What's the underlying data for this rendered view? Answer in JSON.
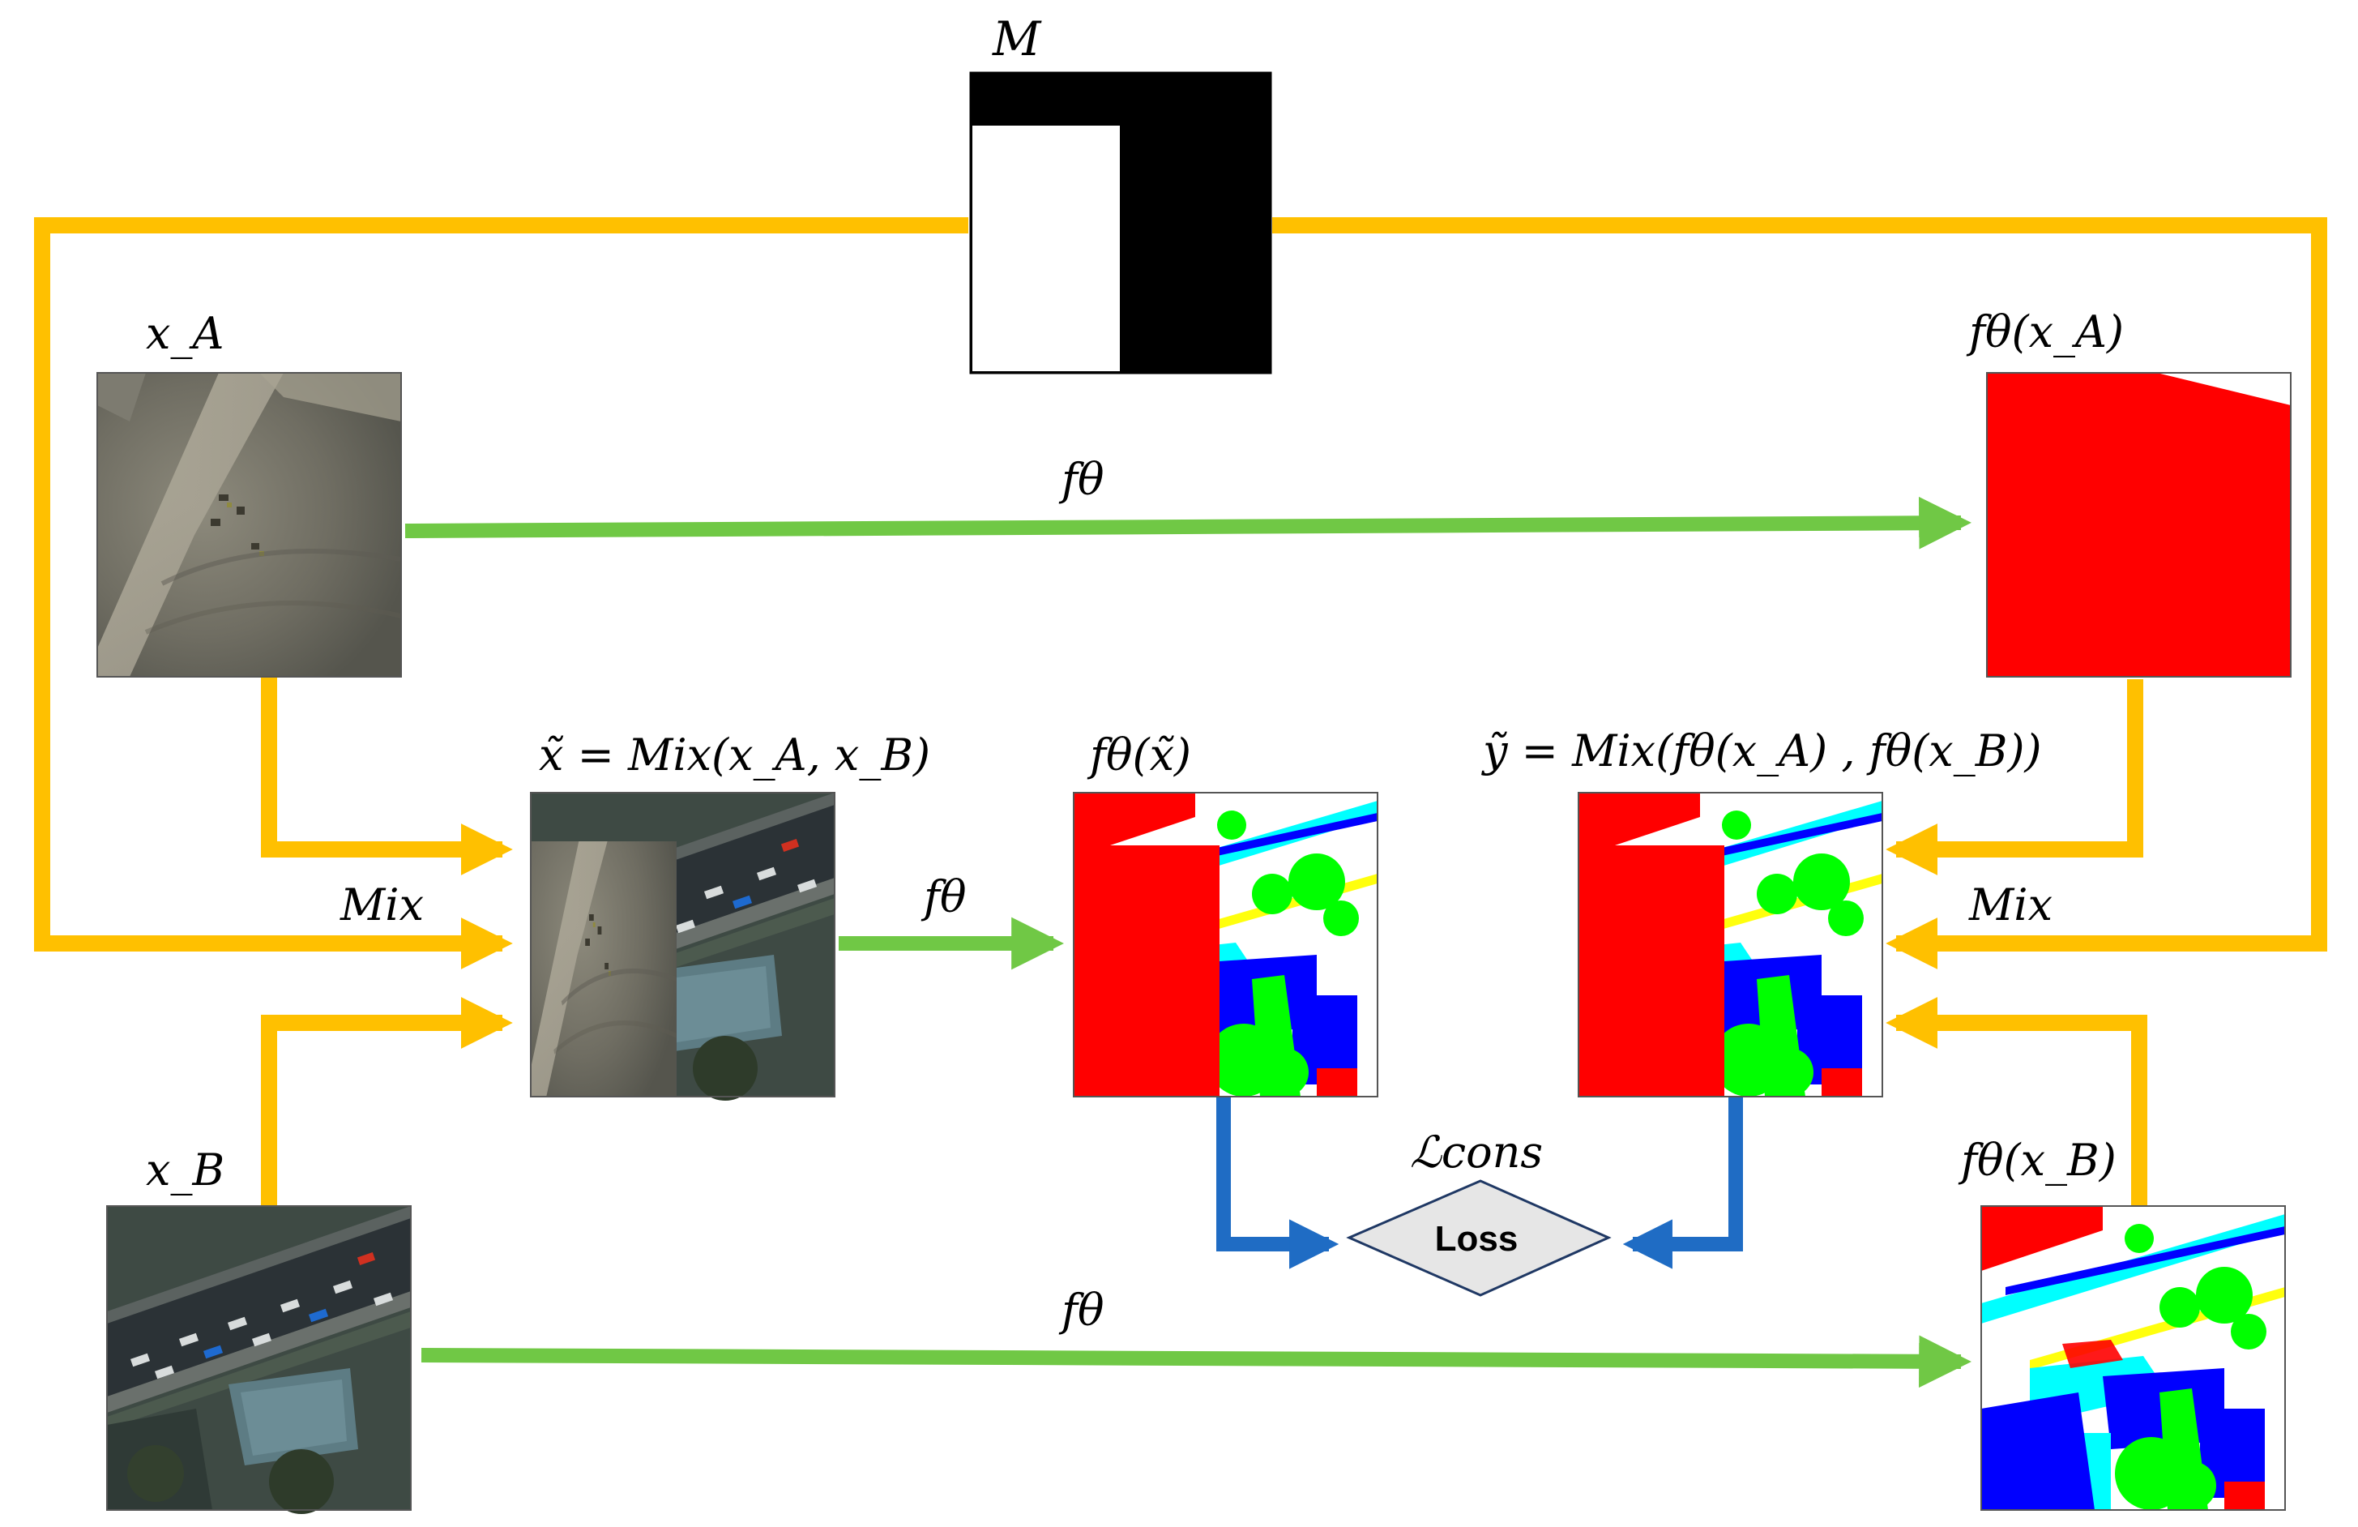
{
  "diagram": {
    "labels": {
      "mask": "M",
      "x_a": "x_A",
      "x_b": "x_B",
      "f_x_a": "fθ(x_A)",
      "f_x_b": "fθ(x_B)",
      "f_theta_top": "fθ",
      "f_theta_mid": "fθ",
      "f_theta_bottom": "fθ",
      "x_tilde": "x̃ = Mix(x_A, x_B)",
      "f_x_tilde": "fθ(x̃)",
      "y_tilde": "ỹ = Mix(fθ(x_A) , fθ(x_B))",
      "mix_left": "Mix",
      "mix_right": "Mix",
      "loss_cons": "ℒcons",
      "loss_box": "Loss"
    },
    "colors": {
      "mix_arrow": "#FFC000",
      "model_arrow": "#70C845",
      "loss_arrow": "#1F6CC4",
      "class_building": "#0000FF",
      "class_tree": "#00FF00",
      "class_low_veg": "#00FFFF",
      "class_car": "#FFFF00",
      "class_clutter": "#FF0000",
      "class_surface": "#FFFFFF",
      "loss_fill": "#E6E6E6",
      "loss_border": "#1F3864"
    }
  }
}
